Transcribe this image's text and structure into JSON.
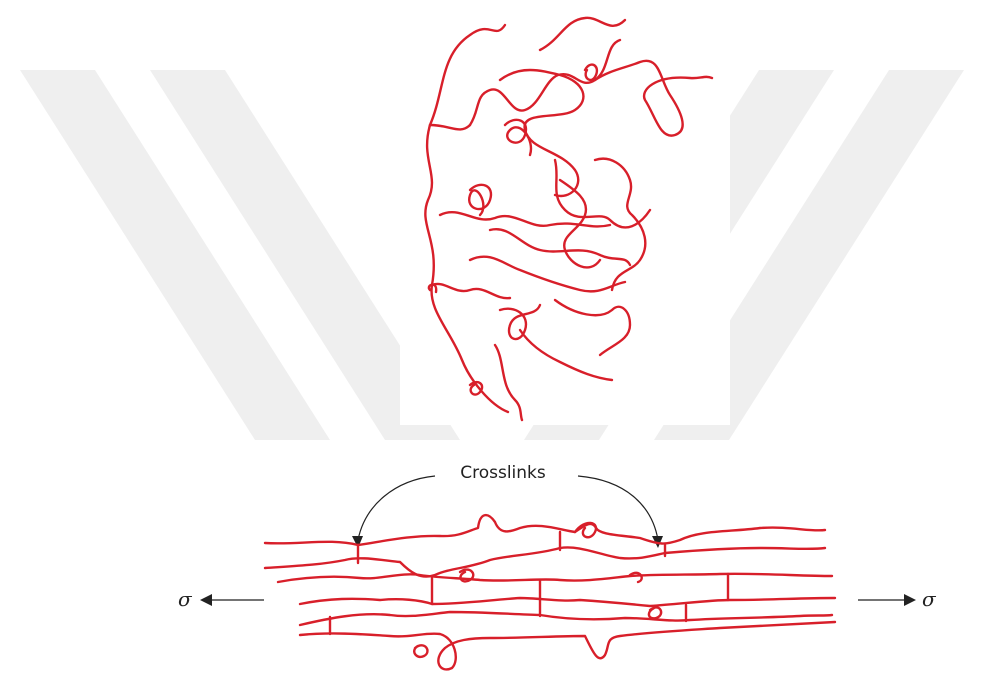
{
  "colors": {
    "chain": "#d81f2a",
    "watermark": "#efefef",
    "text": "#222222",
    "background": "#ffffff"
  },
  "watermark": {
    "icon": "double-chevron-watermark"
  },
  "unstressed": {
    "description_icon": "coiled-network-icon"
  },
  "stressed": {
    "crosslinks_label": "Crosslinks",
    "stress_symbol_left": "σ",
    "stress_symbol_right": "σ"
  }
}
